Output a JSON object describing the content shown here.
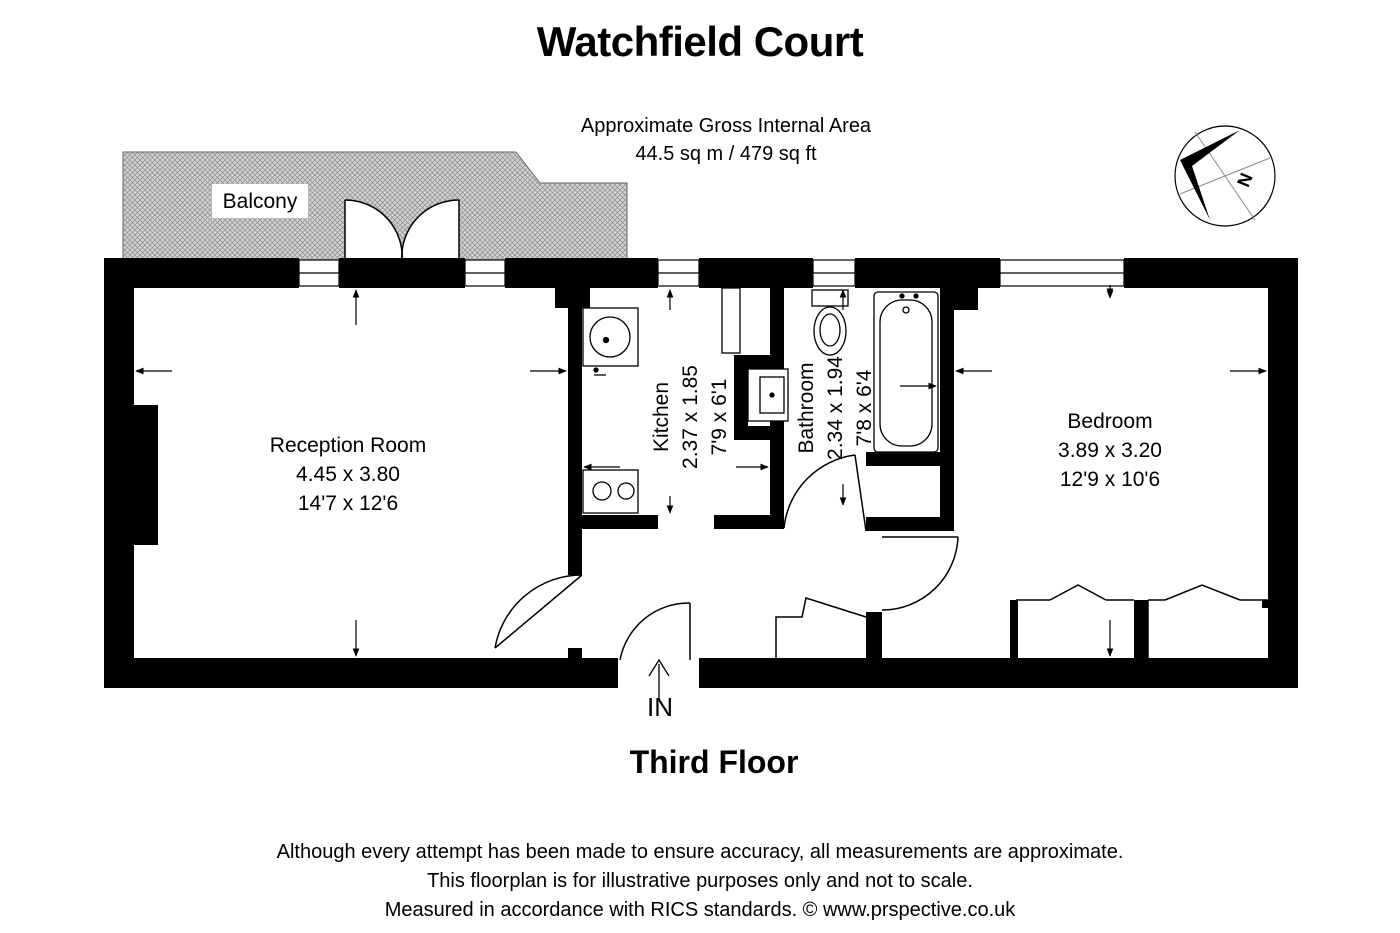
{
  "title": "Watchfield Court",
  "gross_area": {
    "line1": "Approximate Gross Internal Area",
    "line2": "44.5 sq m / 479 sq ft"
  },
  "rooms": {
    "reception": {
      "name": "Reception Room",
      "metric": "4.45 x 3.80",
      "imperial": "14'7 x 12'6"
    },
    "kitchen": {
      "name": "Kitchen",
      "metric": "2.37 x 1.85",
      "imperial": "7'9 x 6'1"
    },
    "bathroom": {
      "name": "Bathroom",
      "metric": "2.34 x 1.94",
      "imperial": "7'8 x 6'4"
    },
    "bedroom": {
      "name": "Bedroom",
      "metric": "3.89 x 3.20",
      "imperial": "12'9 x 10'6"
    },
    "balcony": {
      "name": "Balcony"
    }
  },
  "entrance_label": "IN",
  "compass_label": "N",
  "floor_label": "Third Floor",
  "disclaimer": [
    "Although every attempt has been made to ensure accuracy, all measurements are approximate.",
    "This floorplan is for illustrative purposes only and not to scale.",
    "Measured in accordance with RICS standards. © www.prspective.co.uk"
  ],
  "colors": {
    "wall": "#000000",
    "balcony_fill": "#c8c8c8",
    "background": "#ffffff"
  }
}
